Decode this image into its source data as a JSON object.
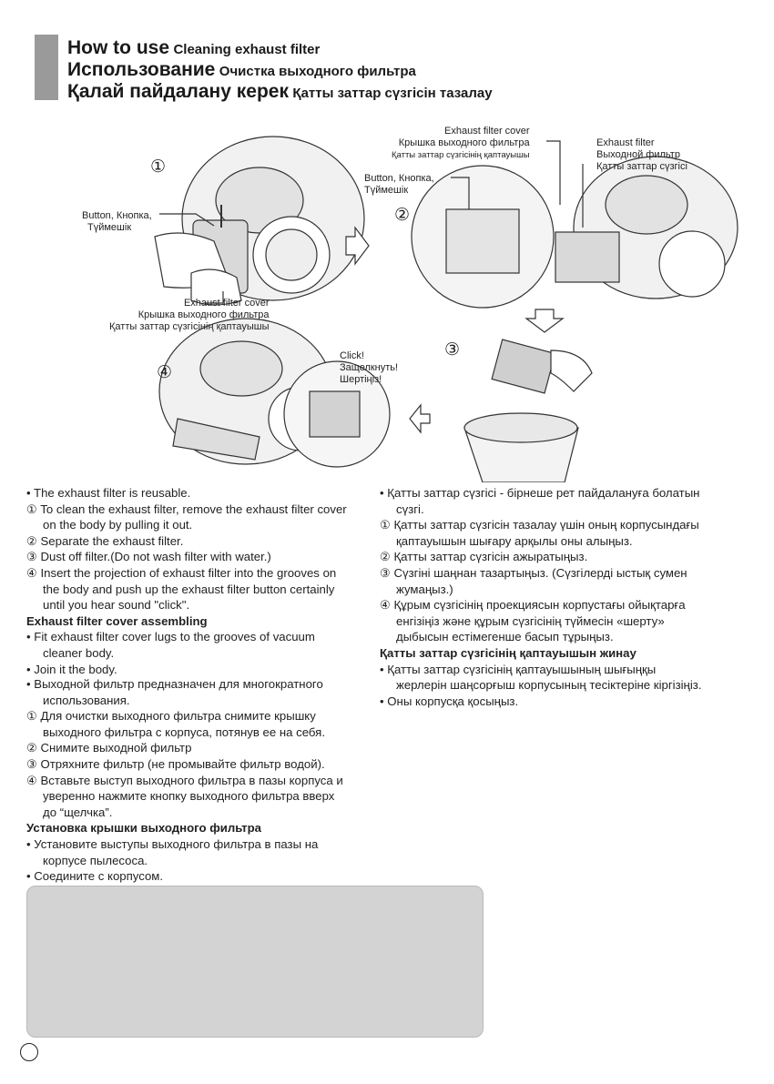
{
  "header": {
    "line1_big": "How to use",
    "line1_small": "Cleaning exhaust filter",
    "line2_big": "Использование",
    "line2_small": "Очистка выходного фильтра",
    "line3_big": "Қалай пайдалану керек",
    "line3_small": "Қатты заттар сүзгісін тазалау"
  },
  "figure": {
    "step1": "①",
    "step2": "②",
    "step3": "③",
    "step4": "④",
    "button_label": [
      "Button, Кнопка,",
      "Түймешік"
    ],
    "button_label2": [
      "Button, Кнопка,",
      "Түймешік"
    ],
    "cover_label": [
      "Exhaust filter cover",
      "Крышка выходного фильтра",
      "Қатты заттар сүзгісінің қаптауышы"
    ],
    "cover_label_top": [
      "Exhaust filter cover",
      "Крышка выходного фильтра",
      "Қатты заттар сүзгісінің қаптауышы"
    ],
    "filter_label": [
      "Exhaust filter",
      "Выходной фильтр",
      "Қатты заттар сүзгісі"
    ],
    "click_label": [
      "Click!",
      "Защелкнуть!",
      "Шертіңіз!"
    ]
  },
  "english": {
    "lines": [
      "• The exhaust filter is reusable.",
      "① To clean the exhaust filter, remove the exhaust filter cover",
      "on the body by pulling it out.",
      "② Separate the exhaust filter.",
      "③ Dust off filter.(Do not wash filter with water.)",
      "④ Insert the projection of exhaust filter into the grooves on",
      "the body and push up the exhaust filter button certainly",
      "until you hear sound \"click\"."
    ],
    "heading": "Exhaust filter cover assembling",
    "lines2": [
      "• Fit exhaust filter cover lugs to the grooves of vacuum",
      "cleaner body.",
      "• Join it the body."
    ]
  },
  "russian": {
    "lines": [
      "• Выходной фильтр предназначен для многократного",
      "использования.",
      "① Для очистки выходного фильтра снимите крышку",
      "выходного фильтра с корпуса, потянув ее на себя.",
      "② Снимите выходной фильтр",
      "③ Отряхните фильтр (не промывайте фильтр водой).",
      "④ Вставьте выступ выходного фильтра в пазы корпуса и",
      "уверенно нажмите кнопку выходного фильтра вверх",
      "до “щелчка”."
    ],
    "heading": "Установка крышки выходного фильтра",
    "lines2": [
      "• Установите выступы выходного фильтра в пазы на",
      "корпусе пылесоса.",
      "• Соедините с корпусом."
    ]
  },
  "kazakh": {
    "lines": [
      "• Қатты заттар сүзгісі - бірнеше рет пайдалануға болатын",
      "сүзгі.",
      "① Қатты заттар сүзгісін тазалау үшін оның корпусындағы",
      "қаптауышын шығару арқылы оны алыңыз.",
      "② Қатты заттар сүзгісін ажыратыңыз.",
      "③ Сүзгіні шаңнан тазартыңыз. (Сүзгілерді ыстық сумен",
      "жумаңыз.)",
      "④ Құрым сүзгісінің проекциясын корпустағы ойықтарға",
      "енгізіңіз және құрым сүзгісінің түймесін «шерту»",
      "дыбысын естімегенше басып тұрыңыз."
    ],
    "heading": "Қатты заттар сүзгісінің қаптауышын жинау",
    "lines2": [
      "• Қатты заттар сүзгісінің қаптауышының шығыңқы",
      "жерлерін шаңсорғыш корпусының тесіктеріне кіргізіңіз.",
      "• Оны корпусқа қосыңыз."
    ]
  }
}
